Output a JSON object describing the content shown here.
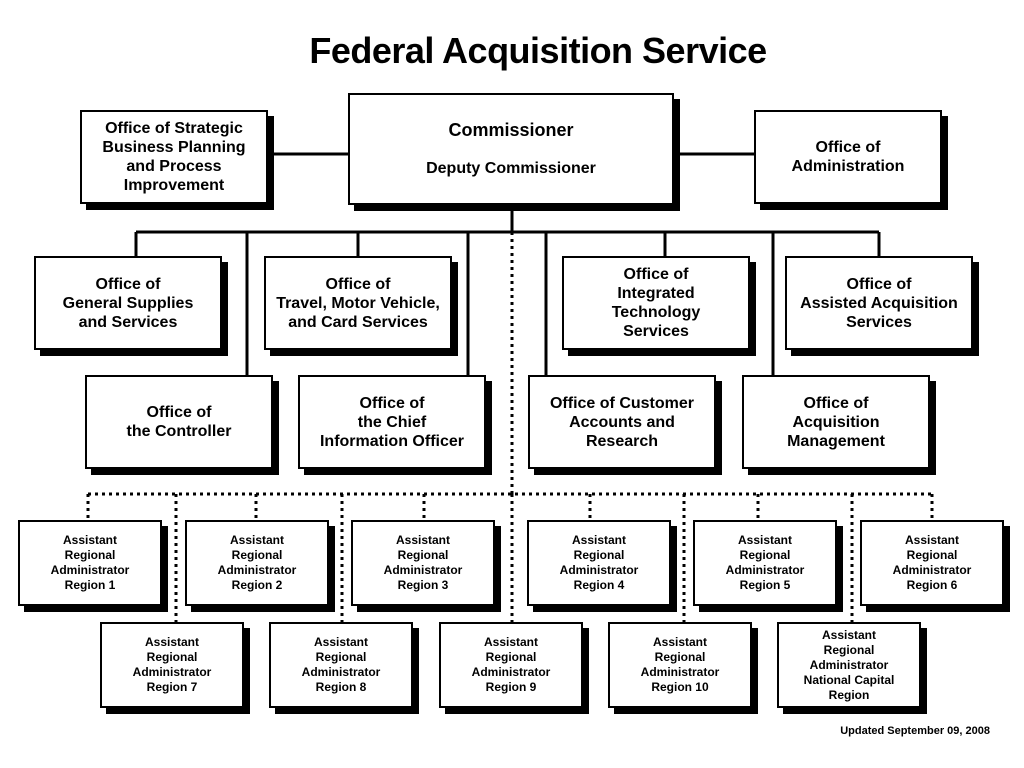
{
  "title": "Federal Acquisition Service",
  "commissioner": {
    "title": "Commissioner",
    "subtitle": "Deputy Commissioner"
  },
  "staff_offices": {
    "strategic_planning": "Office of Strategic\nBusiness Planning\nand Process\nImprovement",
    "administration": "Office of\nAdministration"
  },
  "offices_row1": {
    "general_supplies": "Office of\nGeneral Supplies\nand Services",
    "travel_motor_vehicle": "Office of\nTravel, Motor Vehicle,\nand Card Services",
    "integrated_technology": "Office of\nIntegrated\nTechnology\nServices",
    "assisted_acquisition": "Office of\nAssisted Acquisition\nServices"
  },
  "offices_row2": {
    "controller": "Office of\nthe Controller",
    "cio": "Office of\nthe Chief\nInformation Officer",
    "customer_accounts": "Office of Customer\nAccounts and\nResearch",
    "acquisition_management": "Office of\nAcquisition\nManagement"
  },
  "regions_row1": [
    "Assistant\nRegional\nAdministrator\nRegion 1",
    "Assistant\nRegional\nAdministrator\nRegion 2",
    "Assistant\nRegional\nAdministrator\nRegion 3",
    "Assistant\nRegional\nAdministrator\nRegion 4",
    "Assistant\nRegional\nAdministrator\nRegion 5",
    "Assistant\nRegional\nAdministrator\nRegion 6"
  ],
  "regions_row2": [
    "Assistant\nRegional\nAdministrator\nRegion 7",
    "Assistant\nRegional\nAdministrator\nRegion 8",
    "Assistant\nRegional\nAdministrator\nRegion 9",
    "Assistant\nRegional\nAdministrator\nRegion 10",
    "Assistant\nRegional\nAdministrator\nNational Capital\nRegion"
  ],
  "footer": {
    "updated": "Updated September 09, 2008"
  }
}
